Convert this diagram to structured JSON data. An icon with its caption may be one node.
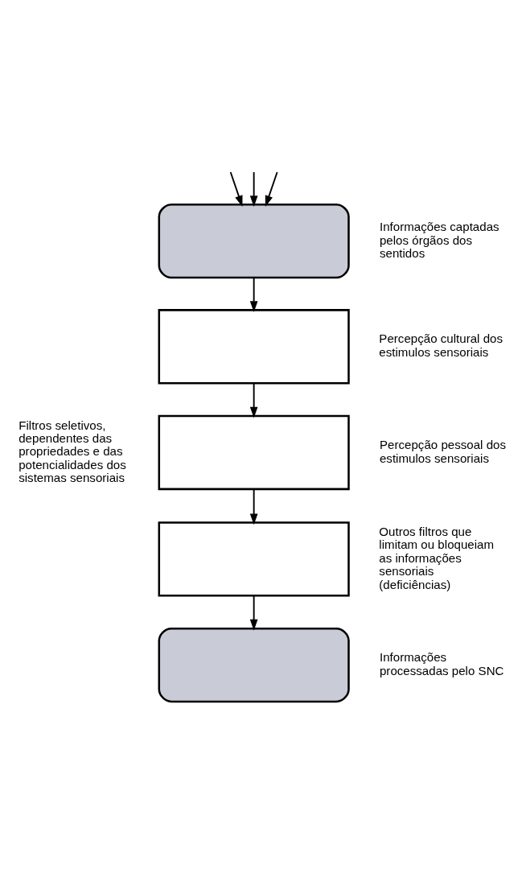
{
  "diagram": {
    "nodes": [
      {
        "text": [],
        "shape": "box",
        "beside": [
          "Informações captadas pelos órgãos dos sentidos"
        ]
      },
      {
        "text": [],
        "shape": "box",
        "beside": [
          "Percepção cultural dos estimulos sensoriais"
        ]
      },
      {
        "text": [],
        "shape": "box",
        "beside": [
          "Percepção pessoal dos estimulos sensoriais"
        ]
      },
      {
        "text": [],
        "shape": "box",
        "beside": [
          "Outros filtros que limitam ou bloqueiam as informações sensoriais (deficiências)"
        ]
      },
      {
        "text": [],
        "shape": "box",
        "beside": [
          "Informações processadas pelo SNC"
        ]
      }
    ],
    "edges": [
      {
        "from": null,
        "to": 0,
        "arrow": "to"
      },
      {
        "from": null,
        "to": 0,
        "arrow": "to"
      },
      {
        "from": null,
        "to": 0,
        "arrow": "to"
      },
      {
        "from": 0,
        "to": 1,
        "arrow": "to"
      },
      {
        "from": 1,
        "to": 2,
        "arrow": "to"
      },
      {
        "from": 2,
        "to": 3,
        "arrow": "to"
      },
      {
        "from": 3,
        "to": 4,
        "arrow": "to"
      }
    ],
    "labels": [
      "Filtros seletivos, dependentes das propriedades e das potencialidades dos sistemas sensoriais"
    ]
  }
}
